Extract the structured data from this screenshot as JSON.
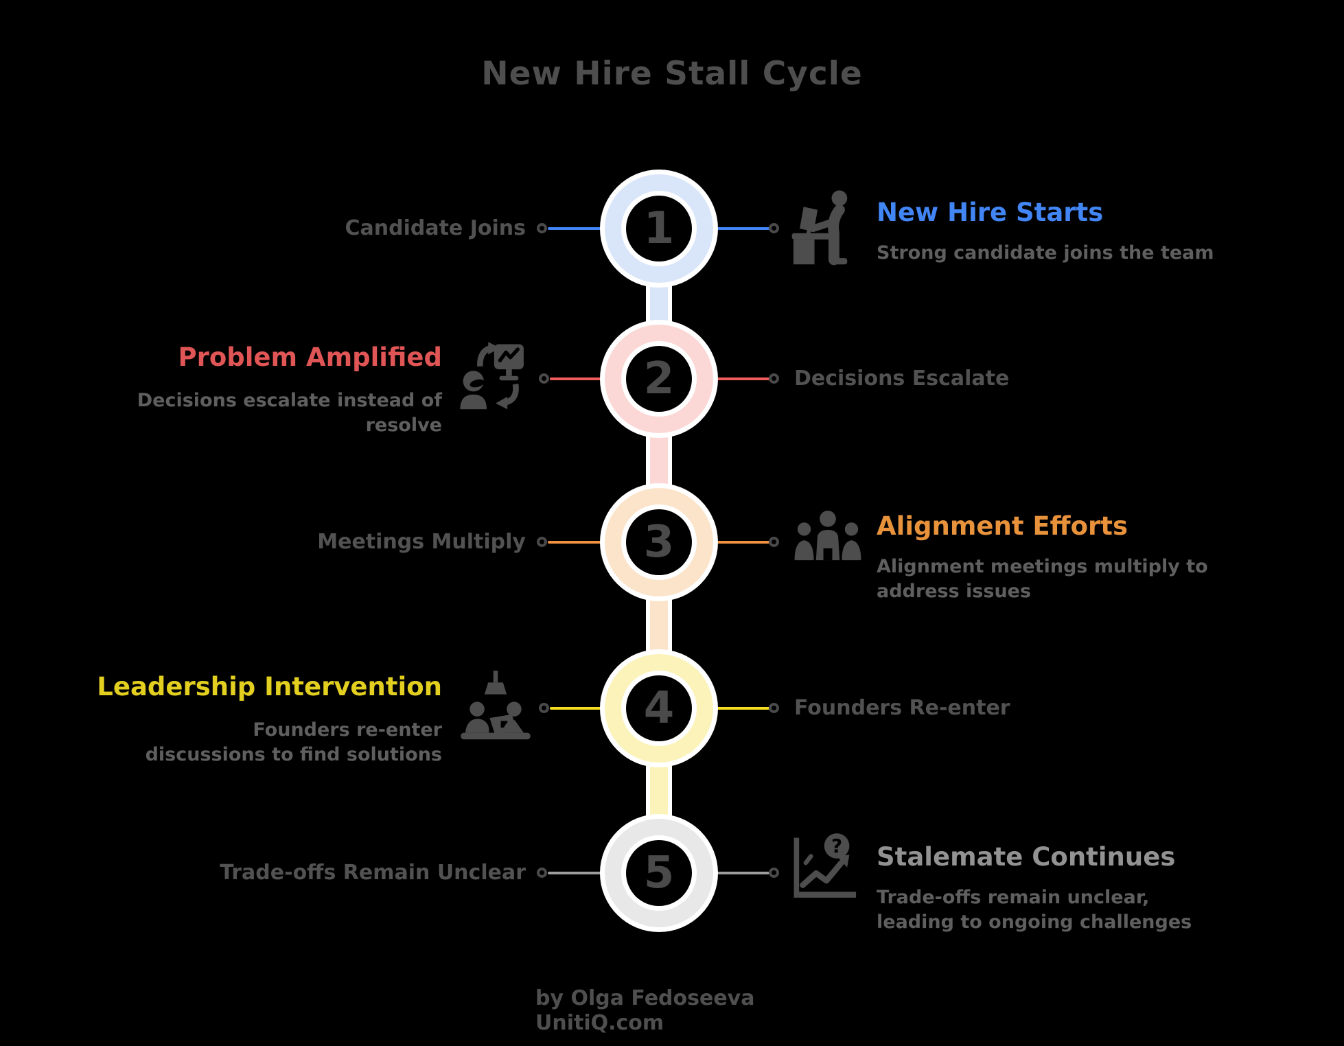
{
  "title": "New Hire Stall Cycle",
  "icon_color": "#4d4d4d",
  "footer": {
    "byline": "by Olga Fedoseeva",
    "site": "UnitiQ.com"
  },
  "steps": [
    {
      "number": "1",
      "side": "right",
      "label": "Candidate Joins",
      "title": "New Hire Starts",
      "description": "Strong candidate joins the team",
      "accent": "#4285f4",
      "title_color": "#4285f4",
      "ring": "#d9e6fa",
      "icon": "workstation-icon"
    },
    {
      "number": "2",
      "side": "left",
      "label": "Decisions Escalate",
      "title": "Problem Amplified",
      "description": "Decisions escalate instead of resolve",
      "accent": "#f25c5c",
      "title_color": "#e05555",
      "ring": "#fbd8d6",
      "icon": "escalation-sync-icon"
    },
    {
      "number": "3",
      "side": "right",
      "label": "Meetings Multiply",
      "title": "Alignment Efforts",
      "description": "Alignment meetings multiply to address issues",
      "accent": "#f0923f",
      "title_color": "#e8923c",
      "ring": "#fce4ca",
      "icon": "meeting-group-icon"
    },
    {
      "number": "4",
      "side": "left",
      "label": "Founders Re-enter",
      "title": "Leadership Intervention",
      "description": "Founders re-enter discussions to find solutions",
      "accent": "#f5de1f",
      "title_color": "#e3cf1f",
      "ring": "#fbf3b9",
      "icon": "leadership-discussion-icon"
    },
    {
      "number": "5",
      "side": "right",
      "label": "Trade-offs Remain Unclear",
      "title": "Stalemate Continues",
      "description": "Trade-offs remain unclear, leading to ongoing challenges",
      "accent": "#9e9e9e",
      "title_color": "#929292",
      "ring": "#e8e8e8",
      "icon": "unclear-chart-icon"
    }
  ]
}
